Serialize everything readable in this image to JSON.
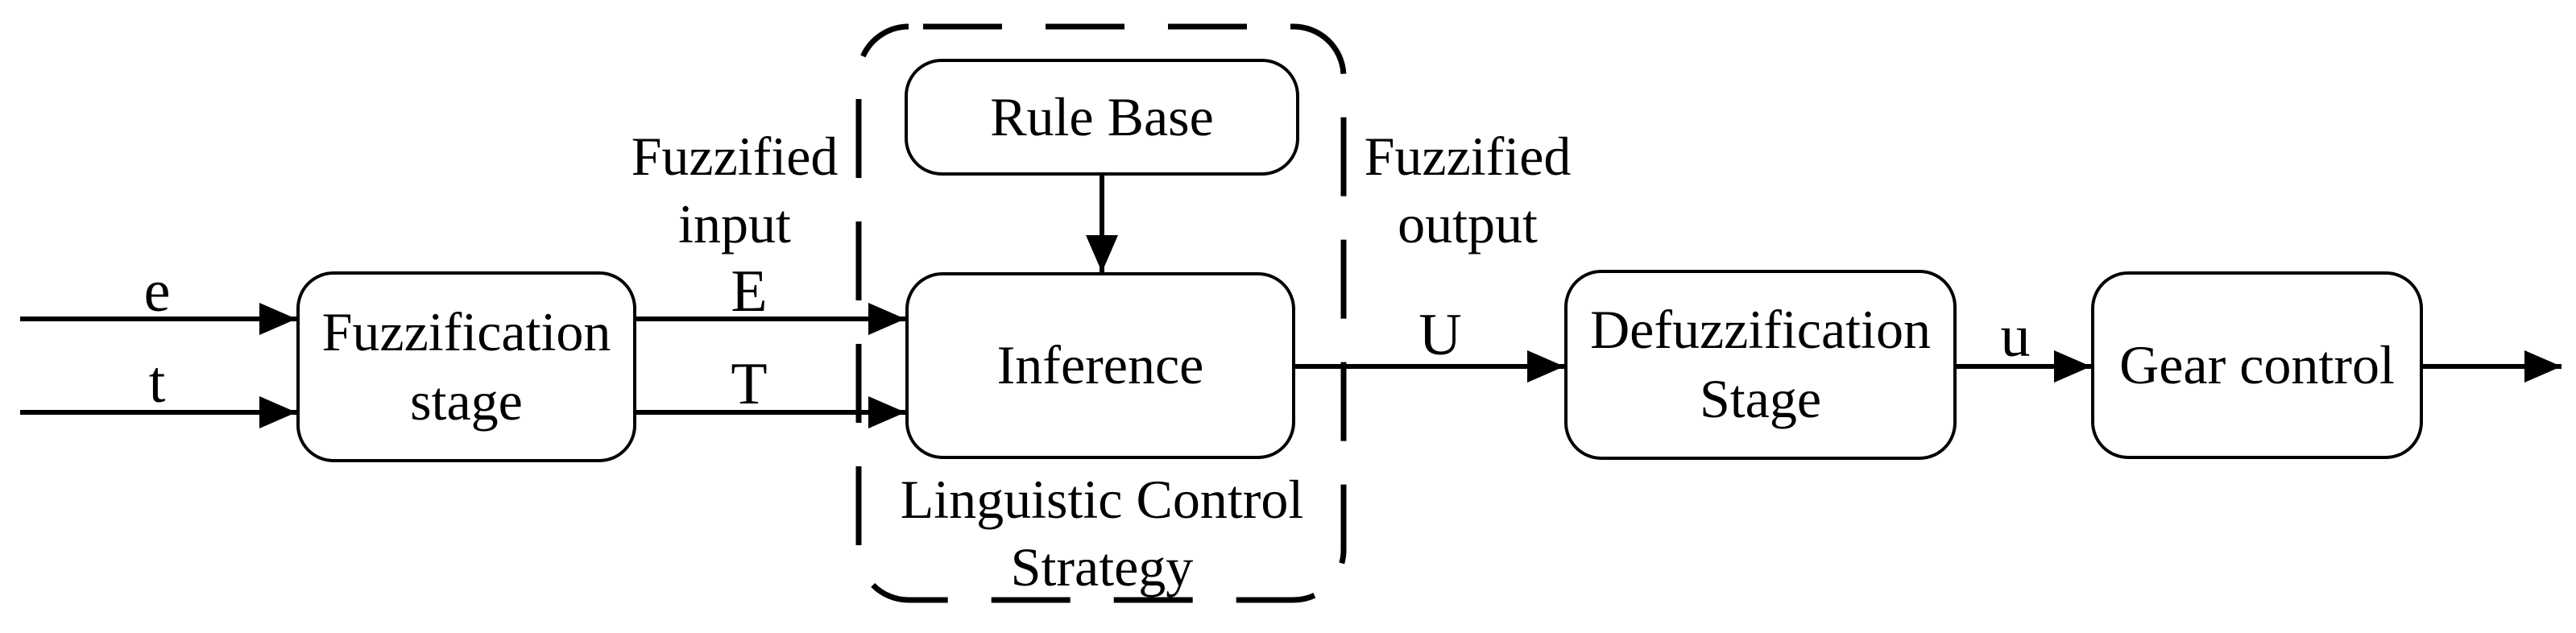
{
  "diagram": {
    "type": "block-diagram",
    "colors": {
      "ink": "#000000",
      "background": "#ffffff"
    }
  },
  "boxes": {
    "fuzzification": {
      "line1": "Fuzzification",
      "line2": "stage"
    },
    "rule_base": {
      "line1": "Rule Base"
    },
    "inference": {
      "line1": "Inference"
    },
    "defuzzification": {
      "line1": "Defuzzification",
      "line2": "Stage"
    },
    "gear_control": {
      "line1": "Gear control"
    }
  },
  "signals": {
    "e": "e",
    "t": "t",
    "E": "E",
    "T": "T",
    "U": "U",
    "u": "u"
  },
  "annotations": {
    "fuzzified_input": {
      "line1": "Fuzzified",
      "line2": "input"
    },
    "fuzzified_output": {
      "line1": "Fuzzified",
      "line2": "output"
    },
    "strategy": {
      "line1": "Linguistic Control",
      "line2": "Strategy"
    }
  }
}
